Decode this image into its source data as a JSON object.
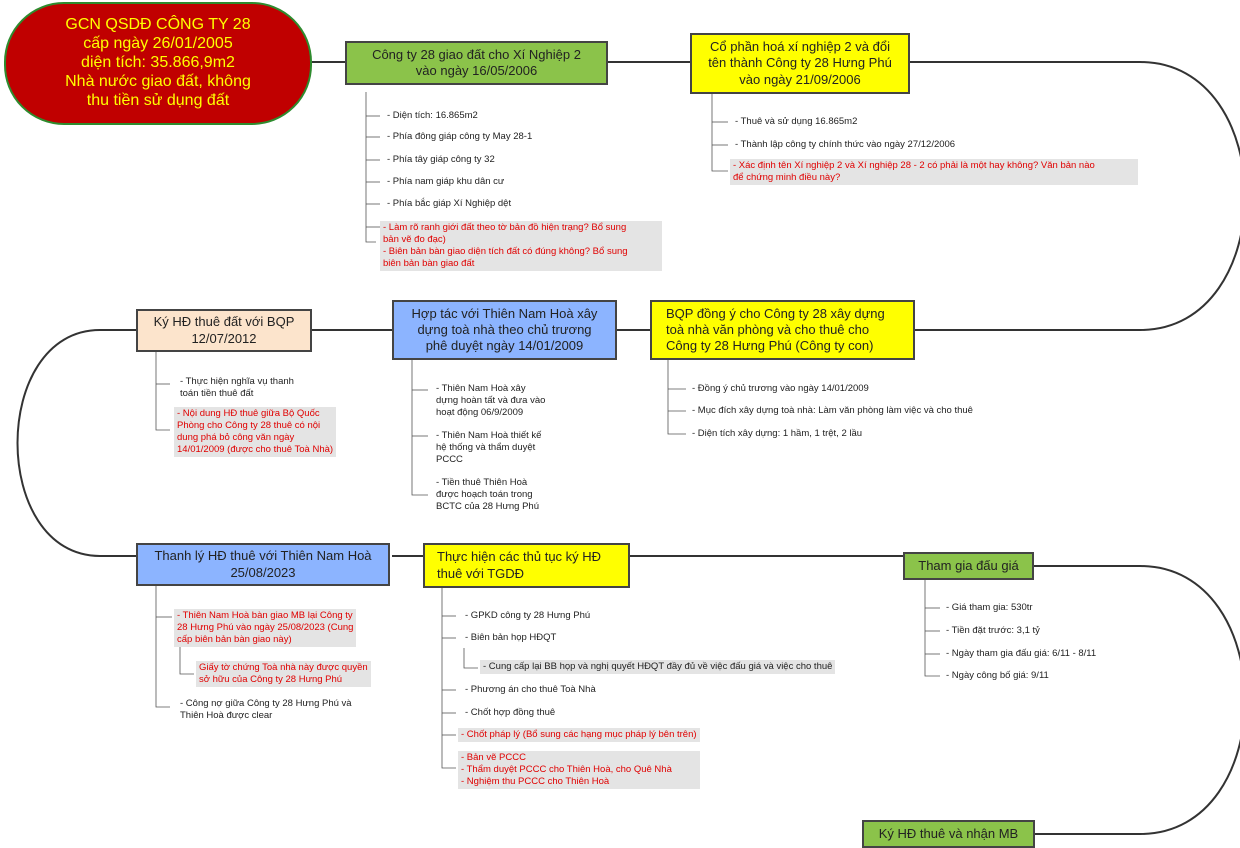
{
  "nodes": {
    "root": "GCN QSDĐ CÔNG TY 28\ncấp ngày 26/01/2005\ndiện tích: 35.866,9m2\nNhà nước giao đất, không\nthu tiền sử dụng đất",
    "n1": "Công ty 28 giao đất cho Xí Nghiệp 2\nvào ngày 16/05/2006",
    "n2": "Cổ phần hoá xí nghiệp 2 và đổi\ntên thành Công ty 28 Hưng Phú\nvào ngày 21/09/2006",
    "n3": "BQP đồng ý cho Công ty 28 xây dựng\ntoà nhà văn phòng và cho thuê cho\nCông ty 28 Hưng Phú (Công ty con)",
    "n4": "Hợp tác với Thiên Nam Hoà xây\ndựng toà nhà theo chủ trương\nphê duyệt ngày 14/01/2009",
    "n5": "Ký HĐ thuê đất với BQP\n12/07/2012",
    "n6": "Thanh lý HĐ thuê với Thiên Nam Hoà\n25/08/2023",
    "n7": "Thực hiện các thủ tục ký HĐ\nthuê với TGDĐ",
    "n8": "Tham gia đấu giá",
    "n9": "Ký HĐ thuê và nhận MB"
  },
  "notes": {
    "n1": [
      "- Diện tích: 16.865m2",
      "- Phía đông giáp công ty May 28-1",
      "- Phía tây giáp công ty 32",
      "- Phía nam giáp khu dân cư",
      "- Phía bắc giáp Xí Nghiệp dệt",
      "- Làm rõ ranh giới đất theo tờ bản đồ hiện trạng? Bổ sung\nbản vẽ đo đạc)\n- Biên bản bàn giao diện tích đất có đúng không? Bổ sung\nbiên bản bàn giao đất"
    ],
    "n2": [
      "- Thuê và sử dụng 16.865m2",
      "- Thành lập công ty chính thức vào ngày 27/12/2006",
      "- Xác định tên Xí nghiệp 2 và Xí nghiệp 28 - 2 có phải là một hay không? Văn bản nào\nđể chứng minh điều này?"
    ],
    "n3": [
      "- Đồng ý chủ trương vào ngày 14/01/2009",
      "- Mục đích xây dựng toà nhà: Làm văn phòng làm việc và cho thuê",
      "- Diện tích xây dựng: 1 hầm, 1 trệt, 2 lầu"
    ],
    "n4": [
      "- Thiên Nam Hoà xây\ndựng hoàn tất và đưa vào\nhoạt động 06/9/2009",
      "- Thiên Nam Hoà thiết kế\nhệ thống và thẩm duyệt\nPCCC",
      "- Tiền thuê Thiên Hoà\nđược hoạch toán trong\nBCTC của 28 Hưng Phú"
    ],
    "n5": [
      "- Thực hiện nghĩa vụ thanh\ntoán tiền thuê đất",
      "- Nội dung HĐ thuê giữa Bộ Quốc\nPhòng cho Công ty 28 thuê có nội\ndung phá bỏ công văn ngày\n14/01/2009 (được cho thuê Toà Nhà)"
    ],
    "n6": [
      "- Thiên Nam Hoà bàn giao MB lại Công ty\n28 Hưng Phú vào ngày 25/08/2023 (Cung\ncấp biên bản bàn giao này)",
      "Giấy tờ chứng Toà nhà này được quyền\nsở hữu của Công ty 28 Hưng Phú",
      "- Công nợ giữa Công ty 28 Hưng Phú và\nThiên Hoà được clear"
    ],
    "n7": [
      "- GPKD công ty 28 Hưng Phú",
      "- Biên bản họp HĐQT",
      "- Cung cấp lại BB họp và nghị quyết HĐQT đầy đủ về việc đấu giá và việc cho thuê",
      "- Phương án cho thuê Toà Nhà",
      "- Chốt hợp đồng thuê",
      "- Chốt pháp lý (Bổ sung các hạng mục pháp lý bên trên)",
      "- Bản vẽ PCCC\n- Thẩm duyệt PCCC cho Thiên Hoà, cho Quê Nhà\n- Nghiệm thu PCCC cho Thiên Hoà"
    ],
    "n8": [
      "- Giá tham gia: 530tr",
      "- Tiền đặt trước: 3,1 tỷ",
      "- Ngày tham gia đấu giá: 6/11 - 8/11",
      "- Ngày công bố giá: 9/11"
    ]
  },
  "colors": {
    "root_fill": "#c00000",
    "root_text": "#ffff00",
    "green": "#8bc34a",
    "yellow": "#ffff00",
    "peach": "#fce4cc",
    "blue": "#8cb4ff",
    "warning_text": "#e00000",
    "highlight_bg": "#e4e4e4",
    "connector": "#333333"
  }
}
